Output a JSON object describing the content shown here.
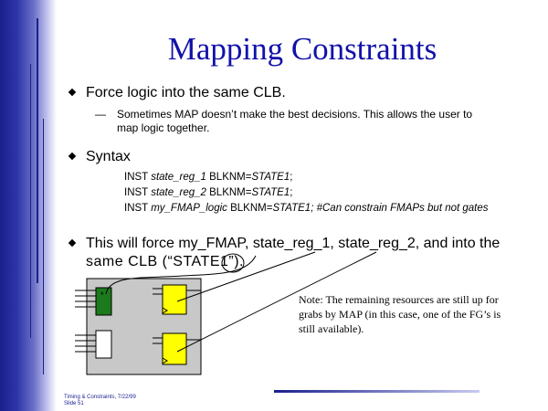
{
  "slide": {
    "title": "Mapping Constraints",
    "bullets": [
      {
        "text": "Force logic into the same CLB."
      },
      {
        "text": "Syntax"
      },
      {
        "text_line1": "This will force my_FMAP, state_reg_1, state_reg_2, and  into the",
        "text_line2": "same CLB (“STATE1”)."
      }
    ],
    "sub_dash": "—",
    "sub_line1": "Sometimes MAP doesn’t make the best decisions.  This allows the user to",
    "sub_line2": "map logic together.",
    "code": [
      {
        "kw": "INST ",
        "name": "state_reg_1",
        "attr": " BLKNM=",
        "val": "STATE1",
        "tail": ";"
      },
      {
        "kw": "INST ",
        "name": "state_reg_2",
        "attr": " BLKNM=",
        "val": "STATE1",
        "tail": ";"
      },
      {
        "kw": "INST ",
        "name": "my_FMAP_logic",
        "attr": " BLKNM=",
        "val": "STATE1",
        "tail": ";  #Can constrain FMAPs but not gates"
      }
    ],
    "note": "Note: The remaining resources are still up for grabs by MAP (in this case, one of the FG’s is still available).",
    "footer_line1": "Timing & Constraints, 7/22/99",
    "footer_line2": "Slide 51",
    "colors": {
      "title": "#1111aa",
      "sidebar": "#1a1f8c",
      "clb_fill": "#c8c8c8",
      "fmap_fill": "#1c7a1c",
      "ff_fill": "#ffff00"
    }
  }
}
